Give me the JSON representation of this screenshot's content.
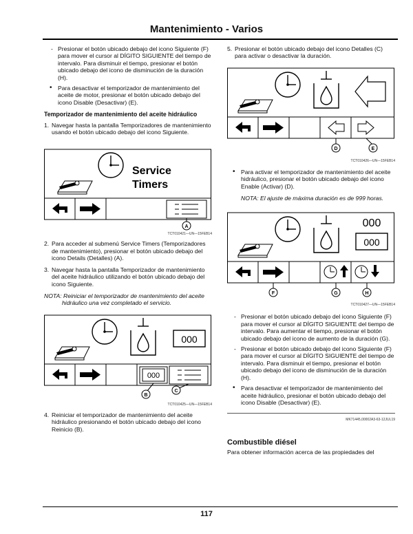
{
  "header": {
    "title": "Mantenimiento - Varios"
  },
  "left": {
    "intro_dash": "Presionar el botón ubicado debajo del icono Siguiente (F) para mover el cursor al DÍGITO SIGUIENTE del tiempo de intervalo. Para disminuir el tiempo, presionar el botón ubicado debajo del icono de disminución de la duración (H).",
    "intro_bullet": "Para desactivar el temporizador de mantenimiento del aceite de motor, presionar el botón ubicado debajo del icono Disable (Desactivar) (E).",
    "heading": "Temporizador de mantenimiento del aceite hidráulico",
    "step1_num": "1.",
    "step1": "Navegar hasta la pantalla Temporizadores de mantenimiento usando el botón ubicado debajo del icono Siguiente.",
    "fig1": {
      "line1": "Service",
      "line2": "Timers",
      "callout": "A",
      "id": "TCT010421—UN—15FEB14"
    },
    "step2_num": "2.",
    "step2": "Para acceder al submenú Service Timers (Temporizadores de mantenimiento), presionar el botón ubicado debajo del icono Details (Detalles) (A).",
    "step3_num": "3.",
    "step3": "Navegar hasta la pantalla Temporizador de mantenimiento del aceite hidráulico utilizando el botón ubicado debajo del icono Siguiente.",
    "note": "NOTA: Reiniciar el temporizador de mantenimiento del aceite hidráulico una vez completado el servicio.",
    "fig2": {
      "display": "000",
      "button": "000",
      "callout_b": "B",
      "callout_c": "C",
      "id": "TCT010425—UN—15FEB14"
    },
    "step4_num": "4.",
    "step4": "Reiniciar el temporizador de mantenimiento del aceite hidráulico presionando el botón ubicado debajo del icono Reinicio (B)."
  },
  "right": {
    "step5_num": "5.",
    "step5": "Presionar el botón ubicado debajo del icono Detalles (C) para activar o desactivar la duración.",
    "fig3": {
      "callout_d": "D",
      "callout_e": "E",
      "id": "TCT010426—UN—15FEB14"
    },
    "bullet1": "Para activar el temporizador de mantenimiento del aceite hidráulico, presionar el botón ubicado debajo del icono Enable (Activar) (D).",
    "note": "NOTA: El ajuste de máxima duración es de 999 horas.",
    "fig4": {
      "display_top": "000",
      "display_box": "000",
      "callout_f": "F",
      "callout_g": "G",
      "callout_h": "H",
      "id": "TCT010427—UN—15FEB14"
    },
    "dash1": "Presionar el botón ubicado debajo del icono Siguiente (F) para mover el cursor al DÍGITO SIGUIENTE del tiempo de intervalo. Para aumentar el tiempo, presionar el botón ubicado debajo del icono de aumento de la duración (G).",
    "dash2": "Presionar el botón ubicado debajo del icono Siguiente (F) para mover el cursor al DÍGITO SIGUIENTE del tiempo de intervalo. Para disminuir el tiempo, presionar el botón ubicado debajo del icono de disminución de la duración (H).",
    "bullet2": "Para desactivar el temporizador de mantenimiento del aceite hidráulico, presionar el botón ubicado debajo del icono Disable (Desactivar) (E).",
    "ref_id": "MK71445,00002A3-63-12JUL19",
    "section_title": "Combustible diésel",
    "section_text": "Para obtener información acerca de las propiedades del"
  },
  "footer": {
    "page_number": "117"
  }
}
